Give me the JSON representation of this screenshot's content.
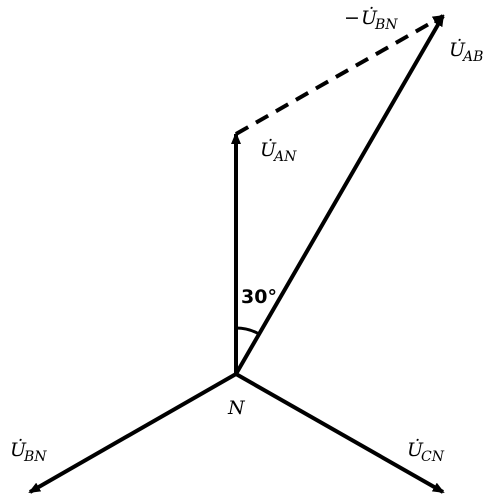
{
  "labels": {
    "u_an": {
      "main": "U̇",
      "sub": "AN"
    },
    "u_bn": {
      "main": "U̇",
      "sub": "BN"
    },
    "u_cn": {
      "main": "U̇",
      "sub": "CN"
    },
    "u_ab": {
      "main": "U̇",
      "sub": "AB"
    },
    "neg_u_bn": {
      "prefix": "−",
      "main": "U̇",
      "sub": "BN"
    }
  },
  "node_label": "N",
  "angle_label": "30°",
  "colors": {
    "stroke": "#000000",
    "background": "#ffffff"
  }
}
